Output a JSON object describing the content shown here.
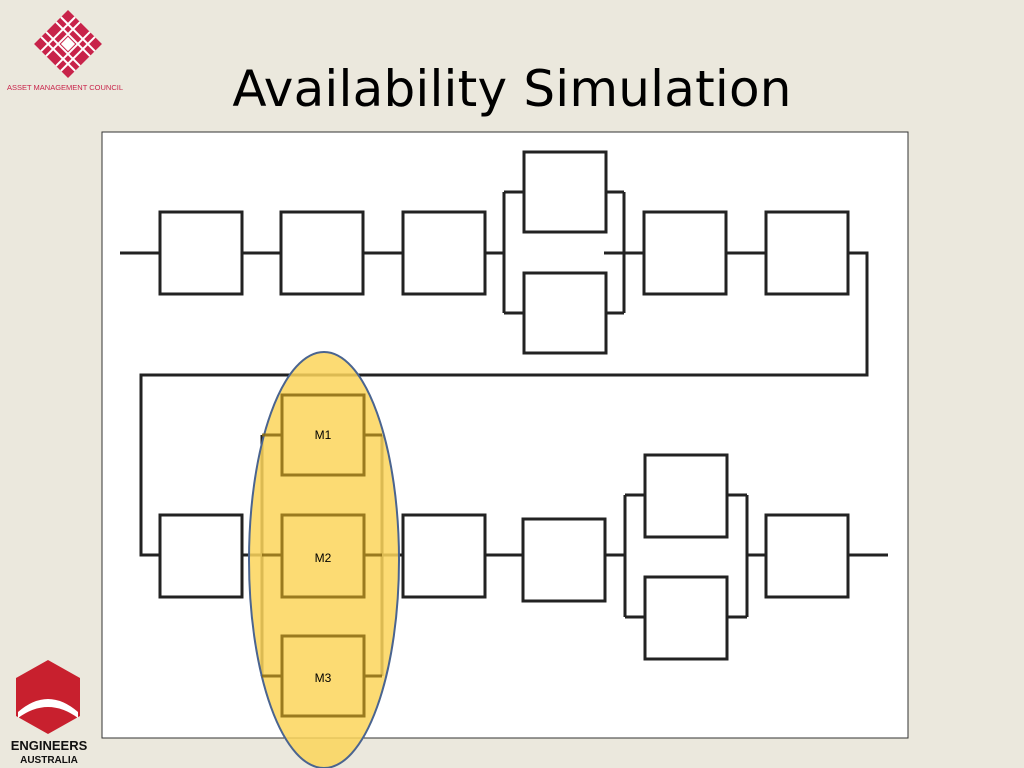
{
  "slide": {
    "title": "Availability Simulation"
  },
  "logos": {
    "top_left": {
      "text": "ASSET MANAGEMENT COUNCIL",
      "icon": "asset-management-council-logo",
      "color": "#c8234a"
    },
    "bottom_left": {
      "line1": "ENGINEERS",
      "line2": "AUSTRALIA",
      "icon": "engineers-australia-logo",
      "color": "#c8202e"
    }
  },
  "diagram": {
    "type": "reliability-block-diagram",
    "blocks": {
      "m1": "M1",
      "m2": "M2",
      "m3": "M3"
    },
    "highlight_color": "#fcd55a",
    "highlight_border": "#4a6490"
  }
}
